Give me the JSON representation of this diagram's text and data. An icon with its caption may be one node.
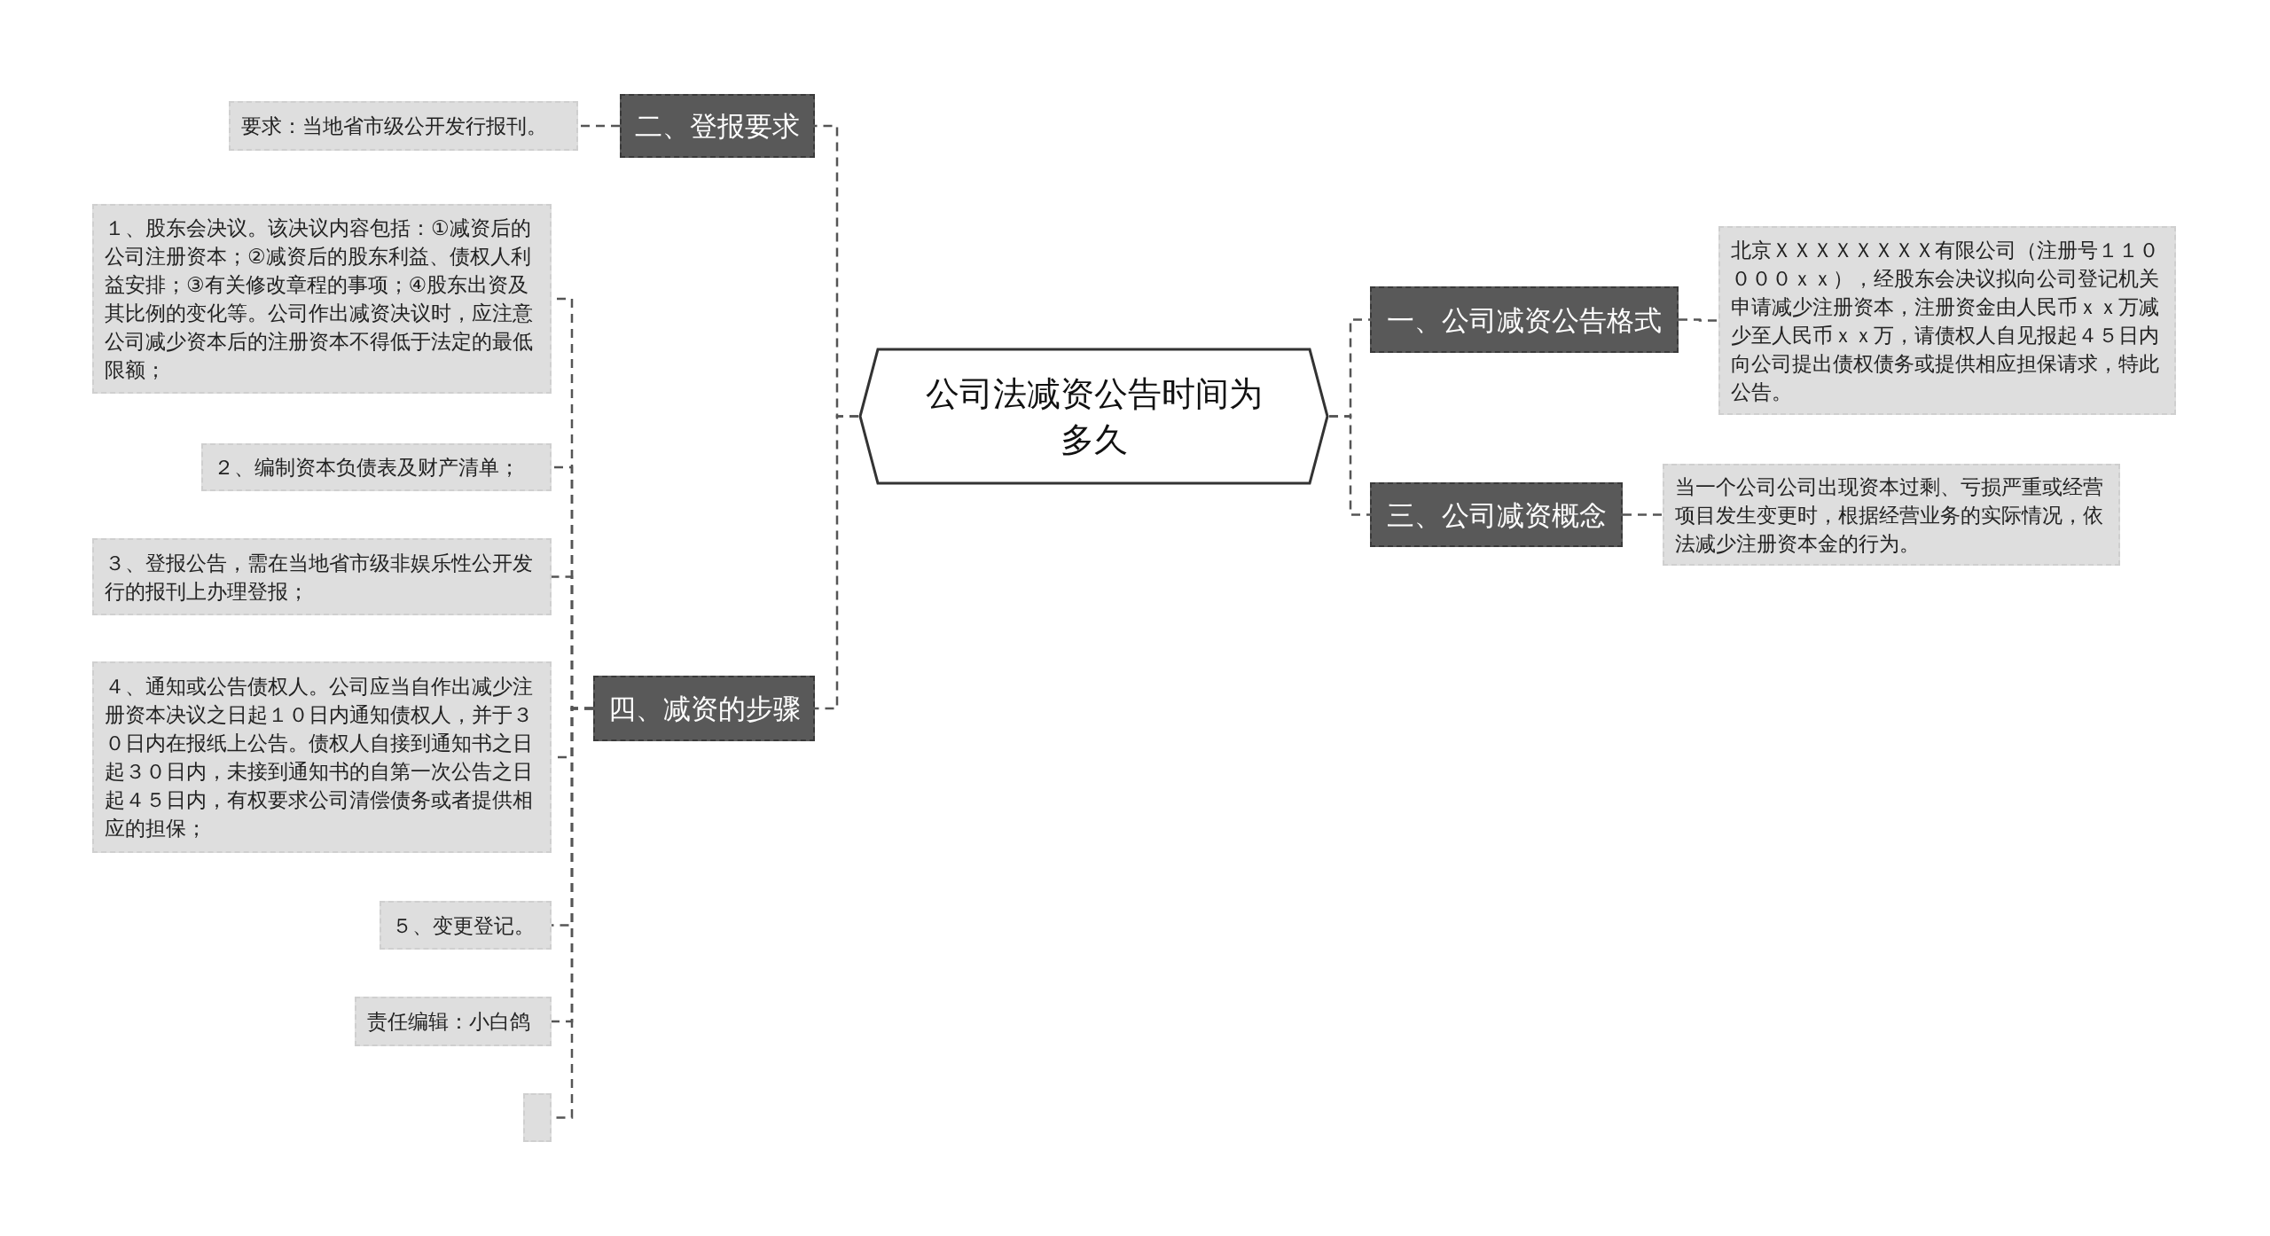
{
  "diagram": {
    "nodes": [
      {
        "text": [
          "公司法减资公告时间为多久"
        ]
      },
      {
        "text": [
          "二、登报要求"
        ]
      },
      {
        "text": [
          "要求：当地省市级公开发行报刊。"
        ]
      },
      {
        "text": [
          "四、减资的步骤"
        ]
      },
      {
        "text": [
          "１、股东会决议。该决议内容包括：①减资后的公司注册资本；②减资后的股东利益、债权人利益安排；③有关修改章程的事项；④股东出资及其比例的变化等。公司作出减资决议时，应注意公司减少资本后的注册资本不得低于法定的最低限额；"
        ]
      },
      {
        "text": [
          "２、编制资本负债表及财产清单；"
        ]
      },
      {
        "text": [
          "３、登报公告，需在当地省市级非娱乐性公开发行的报刊上办理登报；"
        ]
      },
      {
        "text": [
          "４、通知或公告债权人。公司应当自作出减少注册资本决议之日起１０日内通知债权人，并于３０日内在报纸上公告。债权人自接到通知书之日起３０日内，未接到通知书的自第一次公告之日起４５日内，有权要求公司清偿债务或者提供相应的担保；"
        ]
      },
      {
        "text": [
          "５、变更登记。"
        ]
      },
      {
        "text": [
          "责任编辑：小白鸽"
        ]
      },
      {
        "text": [],
        "shape": "box"
      },
      {
        "text": [
          "一、公司减资公告格式"
        ]
      },
      {
        "text": [
          "北京ＸＸＸＸＸＸＸＸ有限公司（注册号１１００００ｘｘ），经股东会决议拟向公司登记机关申请减少注册资本，注册资金由人民币ｘｘ万减少至人民币ｘｘ万，请债权人自见报起４５日内向公司提出债权债务或提供相应担保请求，特此公告。"
        ]
      },
      {
        "text": [
          "三、公司减资概念"
        ]
      },
      {
        "text": [
          "当一个公司公司出现资本过剩、亏损严重或经营项目发生变更时，根据经营业务的实际情况，依法减少注册资本金的行为。"
        ]
      }
    ],
    "edges": [
      {
        "from": 0,
        "to": 1,
        "arrow": "none",
        "style": "dashed"
      },
      {
        "from": 1,
        "to": 2,
        "arrow": "none",
        "style": "dashed"
      },
      {
        "from": 0,
        "to": 3,
        "arrow": "none",
        "style": "dashed"
      },
      {
        "from": 3,
        "to": 4,
        "arrow": "none",
        "style": "dashed"
      },
      {
        "from": 3,
        "to": 5,
        "arrow": "none",
        "style": "dashed"
      },
      {
        "from": 3,
        "to": 6,
        "arrow": "none",
        "style": "dashed"
      },
      {
        "from": 3,
        "to": 7,
        "arrow": "none",
        "style": "dashed"
      },
      {
        "from": 3,
        "to": 8,
        "arrow": "none",
        "style": "dashed"
      },
      {
        "from": 3,
        "to": 9,
        "arrow": "none",
        "style": "dashed"
      },
      {
        "from": 3,
        "to": 10,
        "arrow": "none",
        "style": "dashed"
      },
      {
        "from": 0,
        "to": 11,
        "arrow": "none",
        "style": "dashed"
      },
      {
        "from": 11,
        "to": 12,
        "arrow": "none",
        "style": "dashed"
      },
      {
        "from": 0,
        "to": 13,
        "arrow": "none",
        "style": "dashed"
      },
      {
        "from": 13,
        "to": 14,
        "arrow": "none",
        "style": "dashed"
      }
    ]
  }
}
